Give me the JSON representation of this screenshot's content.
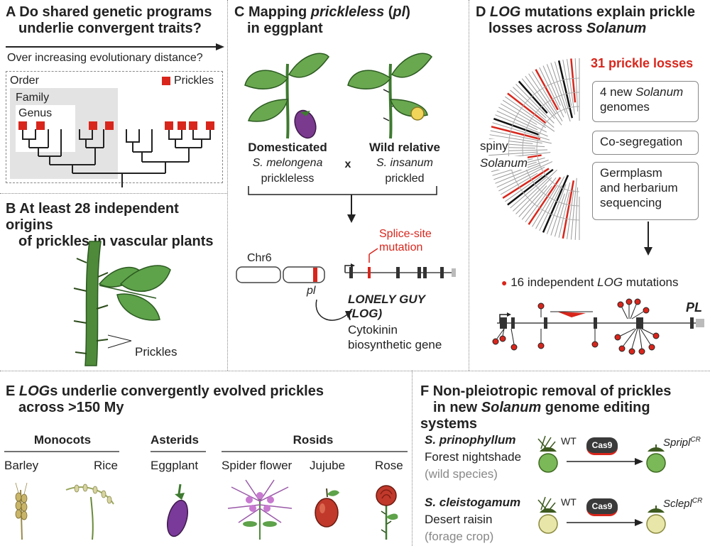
{
  "panel_a": {
    "letter": "A",
    "title_line1": "Do shared genetic programs",
    "title_line2": "underlie convergent traits?",
    "arrow_label": "Over increasing evolutionary distance?",
    "order_label": "Order",
    "family_label": "Family",
    "genus_label": "Genus",
    "legend_label": "Prickles"
  },
  "panel_b": {
    "letter": "B",
    "title_line1": "At least 28 independent origins",
    "title_line2": "of prickles in vascular plants",
    "prickles_label": "Prickles"
  },
  "panel_c": {
    "letter": "C",
    "title_pre": "Mapping ",
    "title_italic": "prickleless",
    "title_mid": " (",
    "title_pl": "pl",
    "title_post": ")",
    "title_line2": "in eggplant",
    "left_name": "Domesticated",
    "left_species": "S. melongena",
    "left_status": "prickleless",
    "cross": "x",
    "right_name": "Wild relative",
    "right_species": "S. insanum",
    "right_status": "prickled",
    "chr_label": "Chr6",
    "pl_label": "pl",
    "splice_line1": "Splice-site",
    "splice_line2": "mutation",
    "gene_line1": "LONELY GUY",
    "gene_line2": "(LOG)",
    "desc_line1": "Cytokinin",
    "desc_line2": "biosynthetic gene"
  },
  "panel_d": {
    "letter": "D",
    "title_log": "LOG",
    "title_line1_rest": " mutations explain prickle",
    "title_line2_pre": "losses across ",
    "title_line2_it": "Solanum",
    "losses": "31 prickle losses",
    "box1_pre": "4 new ",
    "box1_it": "Solanum",
    "box1_post": "genomes",
    "box2": "Co-segregation",
    "box3_line1": "Germplasm",
    "box3_line2": "and herbarium",
    "box3_line3": "sequencing",
    "spiny": "spiny",
    "solanum": "Solanum",
    "mut_pre": "16 independent ",
    "mut_it": "LOG",
    "mut_post": " mutations",
    "pl_label": "PL"
  },
  "panel_e": {
    "letter": "E",
    "title_log": "LOG",
    "title_line1_rest": "s underlie convergently evolved prickles",
    "title_line2": "across >150 My",
    "groups": [
      "Monocots",
      "Asterids",
      "Rosids"
    ],
    "species": [
      "Barley",
      "Rice",
      "Eggplant",
      "Spider flower",
      "Jujube",
      "Rose"
    ]
  },
  "panel_f": {
    "letter": "F",
    "title_line1": "Non-pleiotropic removal of prickles",
    "title_line2_pre": "in new ",
    "title_line2_it": "Solanum",
    "title_line2_post": " genome editing systems",
    "row1_species": "S. prinophyllum",
    "row1_common": "Forest nightshade",
    "row1_type": "(wild species)",
    "row1_result": "Spripl",
    "row2_species": "S. cleistogamum",
    "row2_common": "Desert raisin",
    "row2_type": "(forage crop)",
    "row2_result": "Sclepl",
    "wt": "WT",
    "cas9": "Cas9",
    "cr": "CR"
  },
  "colors": {
    "accent_red": "#d8261c",
    "leaf_green": "#4e9a3e",
    "text": "#222222",
    "grey_box": "#e3e3e3"
  }
}
